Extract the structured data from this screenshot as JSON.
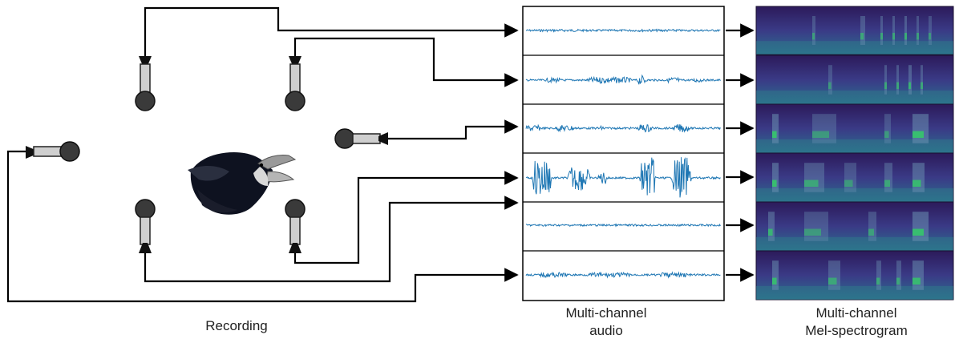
{
  "labels": {
    "recording": "Recording",
    "audio": [
      "Multi-channel",
      "audio"
    ],
    "spectrogram": [
      "Multi-channel",
      "Mel-spectrogram"
    ]
  },
  "colors": {
    "waveform": "#1f77b4",
    "line": "#000000",
    "mic_head": "#3a3a3a",
    "mic_body": "#cfcfcf",
    "spec_base": "#3b1f66",
    "spec_green": "#35c76a"
  },
  "icons": {
    "microphone": "microphone-icon",
    "bird": "bird-icon"
  }
}
